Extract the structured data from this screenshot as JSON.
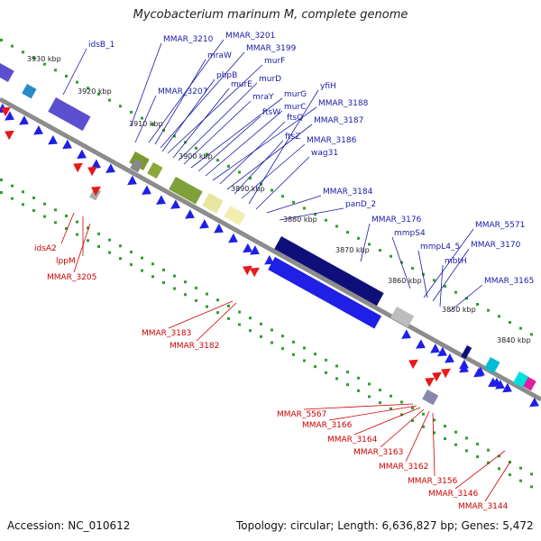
{
  "title": "Mycobacterium marinum M, complete genome",
  "accession": "Accession: NC_010612",
  "summary": "Topology: circular; Length: 6,636,827 bp; Genes: 5,472",
  "colors": {
    "forward_gene": "#1f1fe6",
    "reverse_gene": "#e61a1a",
    "forward_label": "#1a1aa6",
    "reverse_label": "#cc0000",
    "backbone": "#8c8c8c",
    "tick": "#2f9e2f"
  },
  "kbp_ticks": [
    "3930 kbp",
    "3920 kbp",
    "3910 kbp",
    "3900 kbp",
    "3890 kbp",
    "3880 kbp",
    "3870 kbp",
    "3860 kbp",
    "3850 kbp",
    "3840 kbp"
  ],
  "forward_labels": [
    "idsB_1",
    "MMAR_3210",
    "MMAR_3201",
    "mraW",
    "MMAR_3199",
    "pbpB",
    "murF",
    "MMAR_3207",
    "murE",
    "murD",
    "mraY",
    "murG",
    "ftsW",
    "murC",
    "MMAR_3188",
    "ftsQ",
    "MMAR_3187",
    "ftsZ",
    "MMAR_3186",
    "yfiH",
    "wag31",
    "MMAR_3184",
    "panD_2",
    "MMAR_3176",
    "mmpS4",
    "MMAR_5571",
    "mmpL4_5",
    "MMAR_3170",
    "mbtH",
    "MMAR_3165"
  ],
  "reverse_labels": [
    "idsA2",
    "lppM",
    "MMAR_3205",
    "MMAR_3183",
    "MMAR_3182",
    "MMAR_5567",
    "MMAR_3166",
    "MMAR_3164",
    "MMAR_3163",
    "MMAR_3162",
    "MMAR_3156",
    "MMAR_3146",
    "MMAR_3144"
  ]
}
